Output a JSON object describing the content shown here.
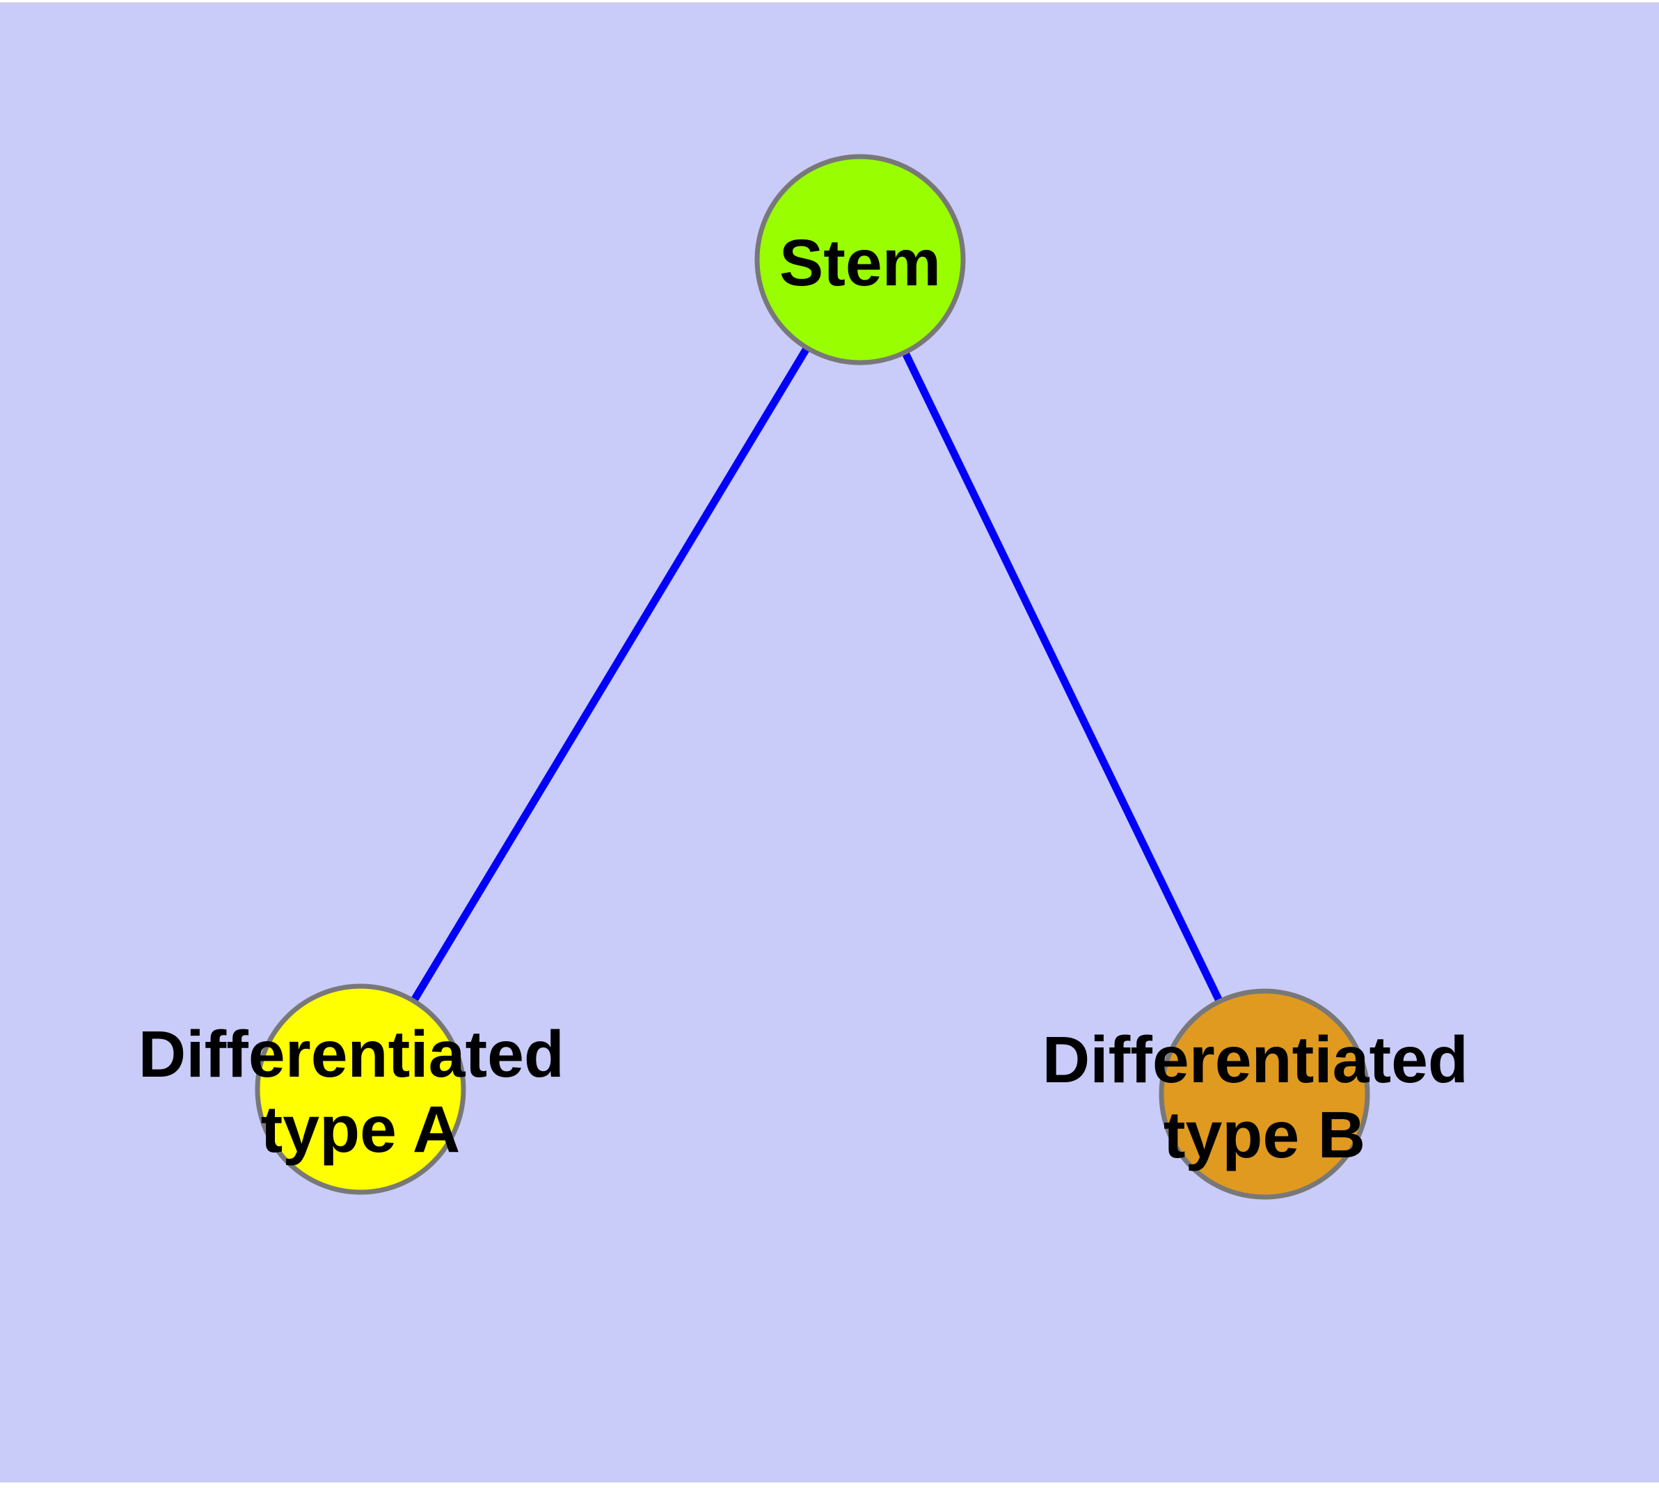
{
  "figure": {
    "background_color": "#C9CBF8",
    "frame_color": "#FFFFFF",
    "frame_divider_color": "#DCDCDC",
    "text_color": "#000000",
    "node_border_color": "#787878",
    "nodes": [
      {
        "id": "stem",
        "label": "Stem",
        "lines": [
          "Stem"
        ],
        "fill": "#99FE00"
      },
      {
        "id": "differentiated-type-a",
        "label": "Differentiated type A",
        "lines": [
          "Differentiated",
          "type A"
        ],
        "fill": "#FFFF00"
      },
      {
        "id": "differentiated-type-b",
        "label": "Differentiated type B",
        "lines": [
          "Differentiated",
          "type B"
        ],
        "fill": "#E09A20"
      }
    ],
    "edges": [
      {
        "from": "Stem",
        "to": "Differentiated type A",
        "color": "#0000FA"
      },
      {
        "from": "Stem",
        "to": "Differentiated type B",
        "color": "#0000FA"
      }
    ]
  }
}
